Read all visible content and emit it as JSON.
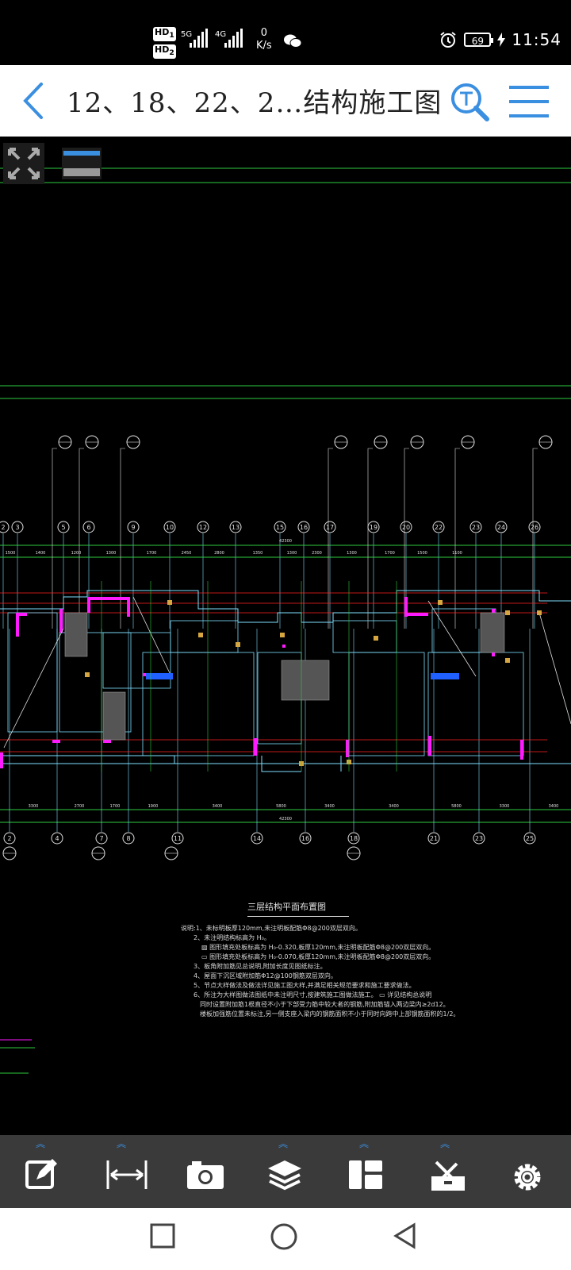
{
  "status_bar": {
    "hd1": "HD",
    "hd1_sub": "1",
    "hd2": "HD",
    "hd2_sub": "2",
    "net1": "5G",
    "net2": "4G",
    "speed_value": "0",
    "speed_unit": "K/s",
    "battery": "69",
    "time": "11:54"
  },
  "header": {
    "title": "12、18、22、2…结构施工图"
  },
  "drawing": {
    "top_axes": [
      "2",
      "3",
      "5",
      "6",
      "9",
      "10",
      "12",
      "13",
      "15",
      "16",
      "17",
      "19",
      "20",
      "22",
      "23",
      "24",
      "26"
    ],
    "bottom_axes": [
      "2",
      "4",
      "7",
      "8",
      "11",
      "14",
      "16",
      "18",
      "21",
      "23",
      "25"
    ],
    "dims_top": [
      "1500",
      "1400",
      "1200",
      "1300",
      "1700",
      "2450",
      "2800",
      "1350",
      "1300",
      "2300",
      "1300",
      "1700",
      "1500",
      "1100"
    ],
    "dims_bottom": [
      "3300",
      "2700",
      "1700",
      "1900",
      "3400",
      "5800",
      "3400",
      "3400",
      "5800",
      "3300",
      "3400"
    ],
    "total_top": "42300",
    "total_bottom": "42300",
    "plan_title": "三层结构平面布置图",
    "notes": [
      "说明:1、未标明板厚120mm,未注明板配筋Φ8@200双层双向。",
      "2、未注明结构标高为 H₀。",
      "▨ 图形填充处板标高为 H₀-0.320,板厚120mm,未注明板配筋Φ8@200双层双向。",
      "▭ 图形填充处板标高为 H₀-0.070,板厚120mm,未注明板配筋Φ8@200双层双向。",
      "3、板角附加筋见总说明,附加长度见图纸标注。",
      "4、屋面下沉区域附加筋Φ12@100钢筋双层双向。",
      "5、节点大样做法及做法详见施工图大样,并满足相关规范要求和施工要求做法。",
      "6、所注为大样图做法图纸中未注明尺寸,按建筑施工图做法施工。     ▭ 详见结构总说明",
      "同时设置附加筋1根直径不小于下部受力筋中较大者的钢筋,附加筋锚入两边梁内≥2d12。",
      "楼板加强筋位置未标注,另一侧支座入梁内的钢筋面积不小于同时向跨中上部钢筋面积的1/2。"
    ]
  },
  "toolbar": {
    "tools": [
      "edit-tool",
      "measure-tool",
      "camera-tool",
      "layers-tool",
      "layout-tool",
      "toolbox-tool",
      "settings-tool"
    ]
  },
  "colors": {
    "toolbar_bg": "#3a3a3a",
    "accent": "#3b8fe0",
    "cad_green": "#2ecc40",
    "cad_magenta": "#ff1aff",
    "cad_cyan": "#7fdfff",
    "cad_red": "#ff2020"
  }
}
